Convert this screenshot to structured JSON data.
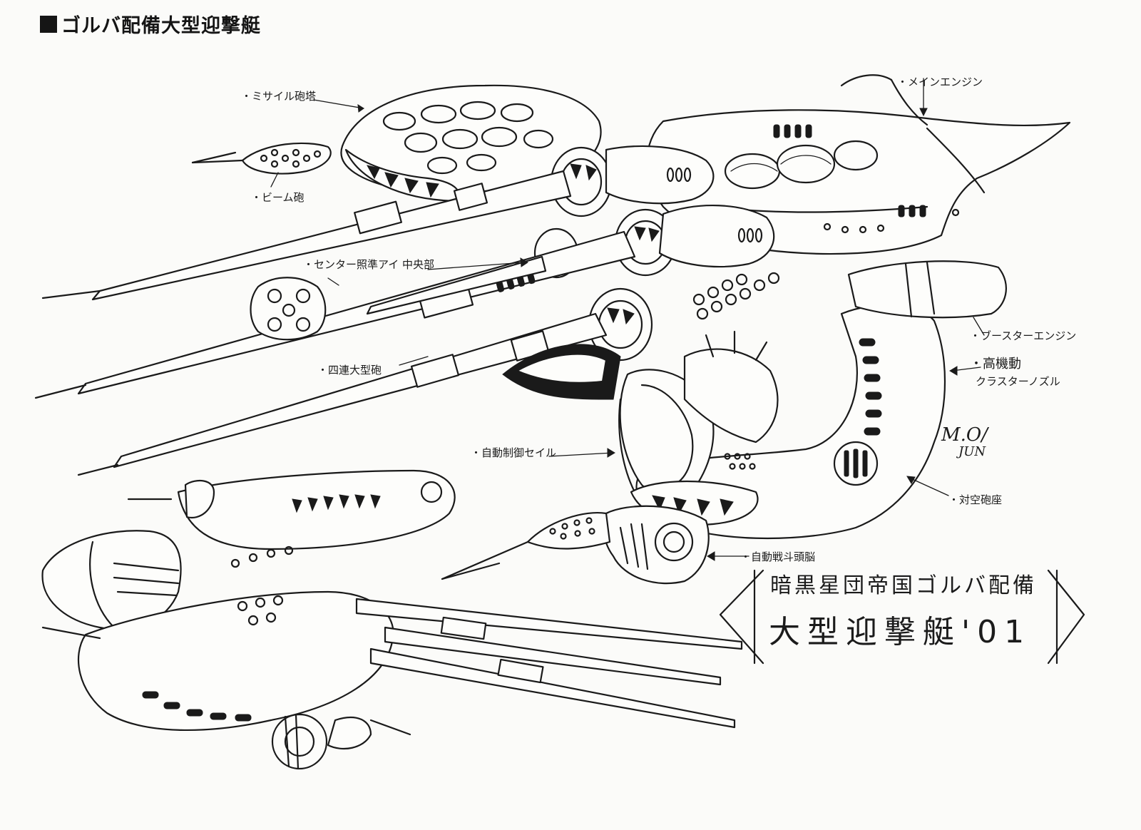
{
  "title": "ゴルバ配備大型迎撃艇",
  "labels": {
    "missile_turret": "・ミサイル砲塔",
    "beam_cannon": "・ビーム砲",
    "center_sight": "・センター照準アイ 中央部",
    "quad_cannon": "・四連大型砲",
    "main_engine": "・メインエンジン",
    "booster_engine": "・ブースターエンジン",
    "high_mobility": "・高機動",
    "cluster_nozzle": "クラスターノズル",
    "auto_control_sail": "・自動制御セイル",
    "aa_gun_mount": "・対空砲座",
    "auto_combat_brain": "・自動戦斗頭脳"
  },
  "caption": {
    "line1": "暗黒星団帝国ゴルバ配備",
    "line2": "大型迎撃艇'01"
  },
  "signature": {
    "line1": "M.O/",
    "line2": "JUN"
  }
}
